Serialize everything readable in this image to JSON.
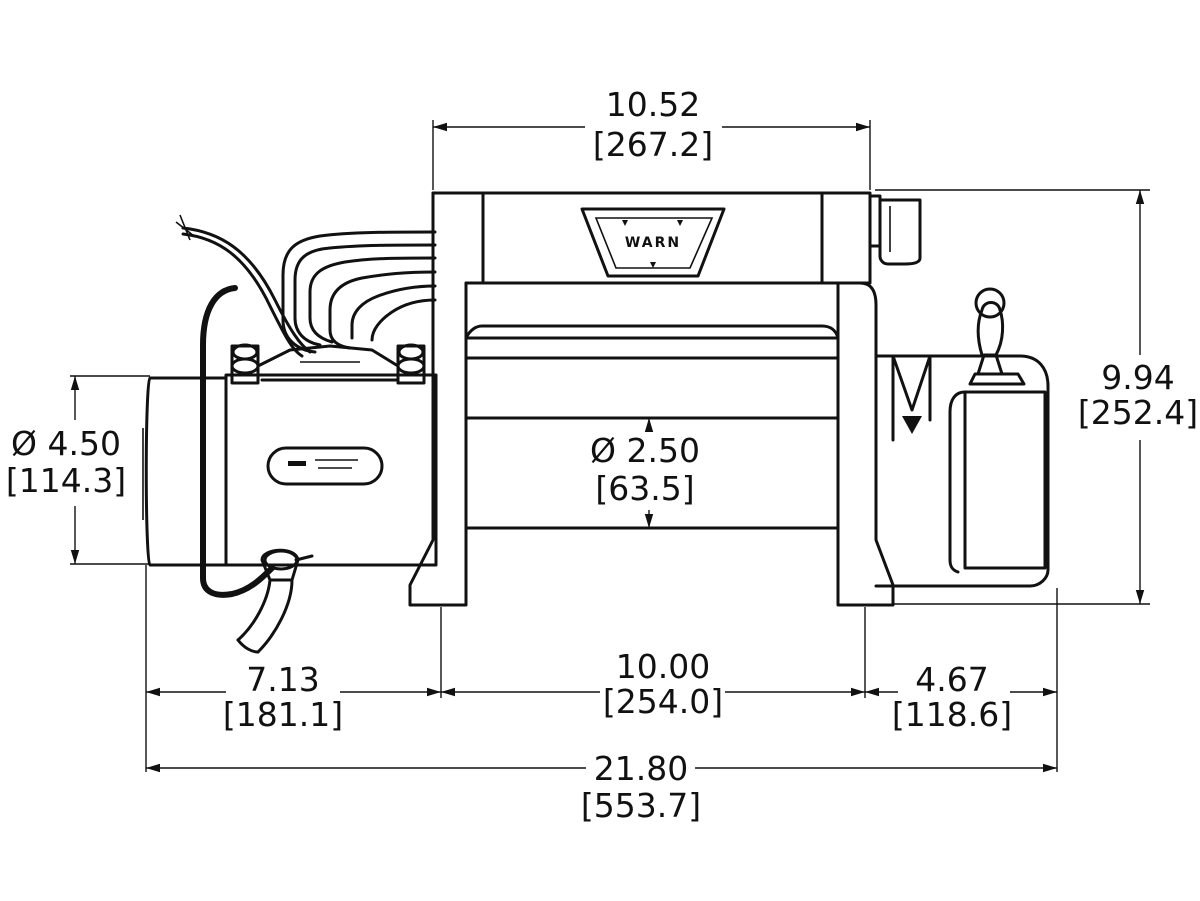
{
  "diagram": {
    "logo_text": "WARN",
    "dimensions": {
      "drum_bracket_width": {
        "in": "10.52",
        "mm": "[267.2]"
      },
      "overall_height": {
        "in": "9.94",
        "mm": "[252.4]"
      },
      "motor_diameter": {
        "in": "Ø 4.50",
        "mm": "[114.3]"
      },
      "drum_diameter": {
        "in": "Ø 2.50",
        "mm": "[63.5]"
      },
      "motor_to_mount": {
        "in": "7.13",
        "mm": "[181.1]"
      },
      "mount_spacing": {
        "in": "10.00",
        "mm": "[254.0]"
      },
      "mount_to_end": {
        "in": "4.67",
        "mm": "[118.6]"
      },
      "overall_length": {
        "in": "21.80",
        "mm": "[553.7]"
      }
    }
  }
}
